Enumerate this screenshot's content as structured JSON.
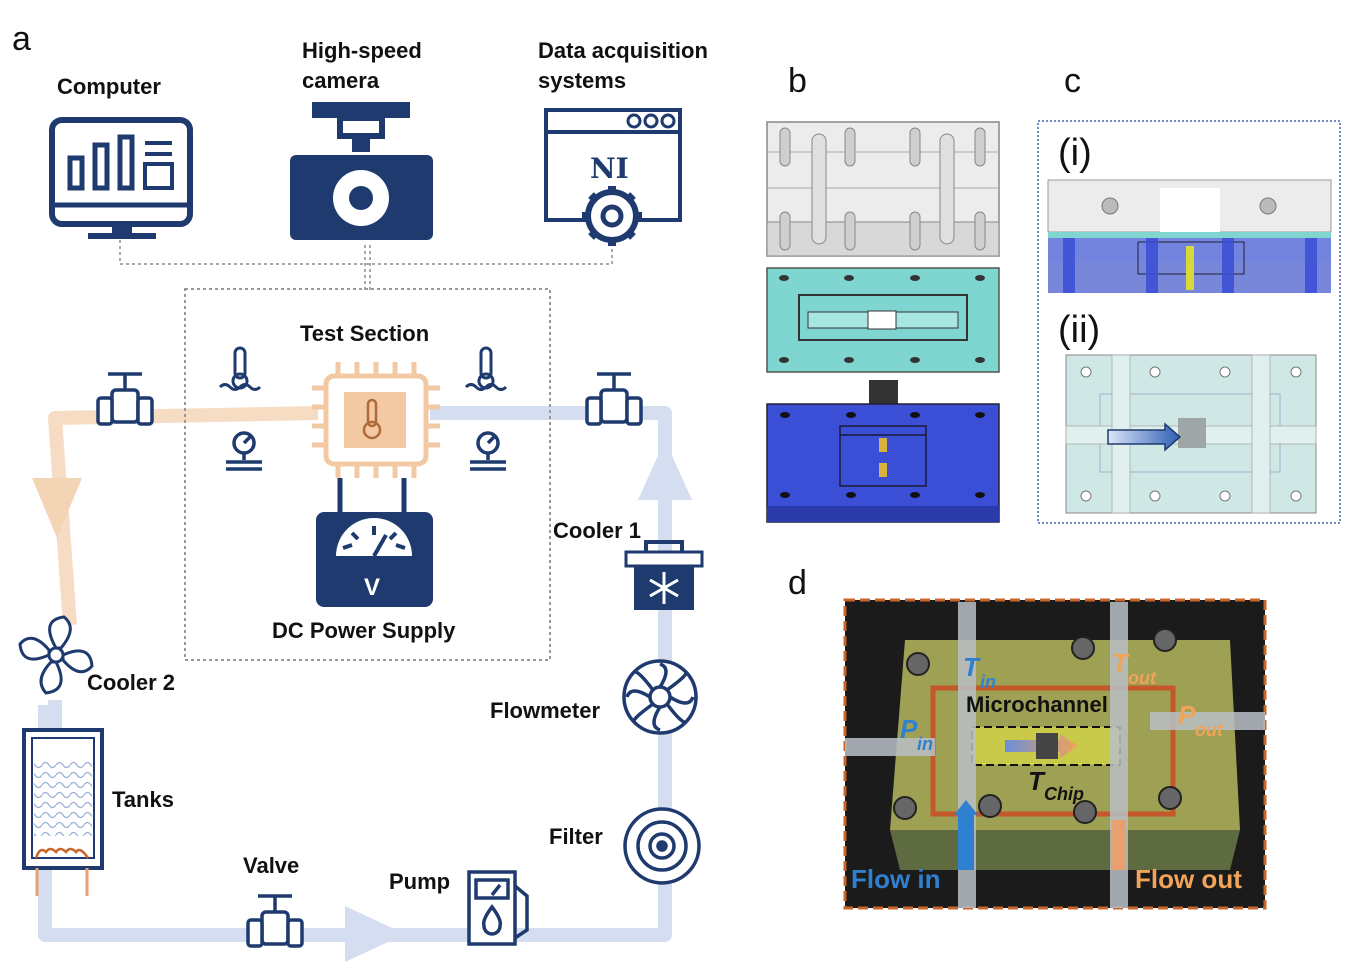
{
  "panels": {
    "a": "a",
    "b": "b",
    "c": "c",
    "d": "d"
  },
  "panel_a": {
    "computer": "Computer",
    "camera_line1": "High-speed",
    "camera_line2": "camera",
    "daq_line1": "Data acquisition",
    "daq_line2": "systems",
    "ni_text": "NI",
    "test_section": "Test Section",
    "dc_power": "DC Power Supply",
    "voltmeter_symbol": "V",
    "cooler1": "Cooler 1",
    "cooler2": "Cooler 2",
    "tanks": "Tanks",
    "valve": "Valve",
    "pump": "Pump",
    "filter": "Filter",
    "flowmeter": "Flowmeter"
  },
  "panel_c": {
    "sub_i": "(i)",
    "sub_ii": "(ii)"
  },
  "panel_d": {
    "microchannel": "Microchannel",
    "t_in_main": "T",
    "t_in_sub": "in",
    "t_out_main": "T",
    "t_out_sub": "out",
    "p_in_main": "P",
    "p_in_sub": "in",
    "p_out_main": "P",
    "p_out_sub": "out",
    "t_chip_main": "T",
    "t_chip_sub": "Chip",
    "flow_in": "Flow in",
    "flow_out": "Flow out"
  },
  "colors": {
    "navy": "#1e3a6e",
    "hot_pipe": "#f7dcc4",
    "cold_pipe": "#d4def0",
    "chip": "#f3c9a4",
    "teal": "#7fd6d0",
    "blue_plate": "#3a4ed6",
    "photo_border": "#c8662a"
  }
}
